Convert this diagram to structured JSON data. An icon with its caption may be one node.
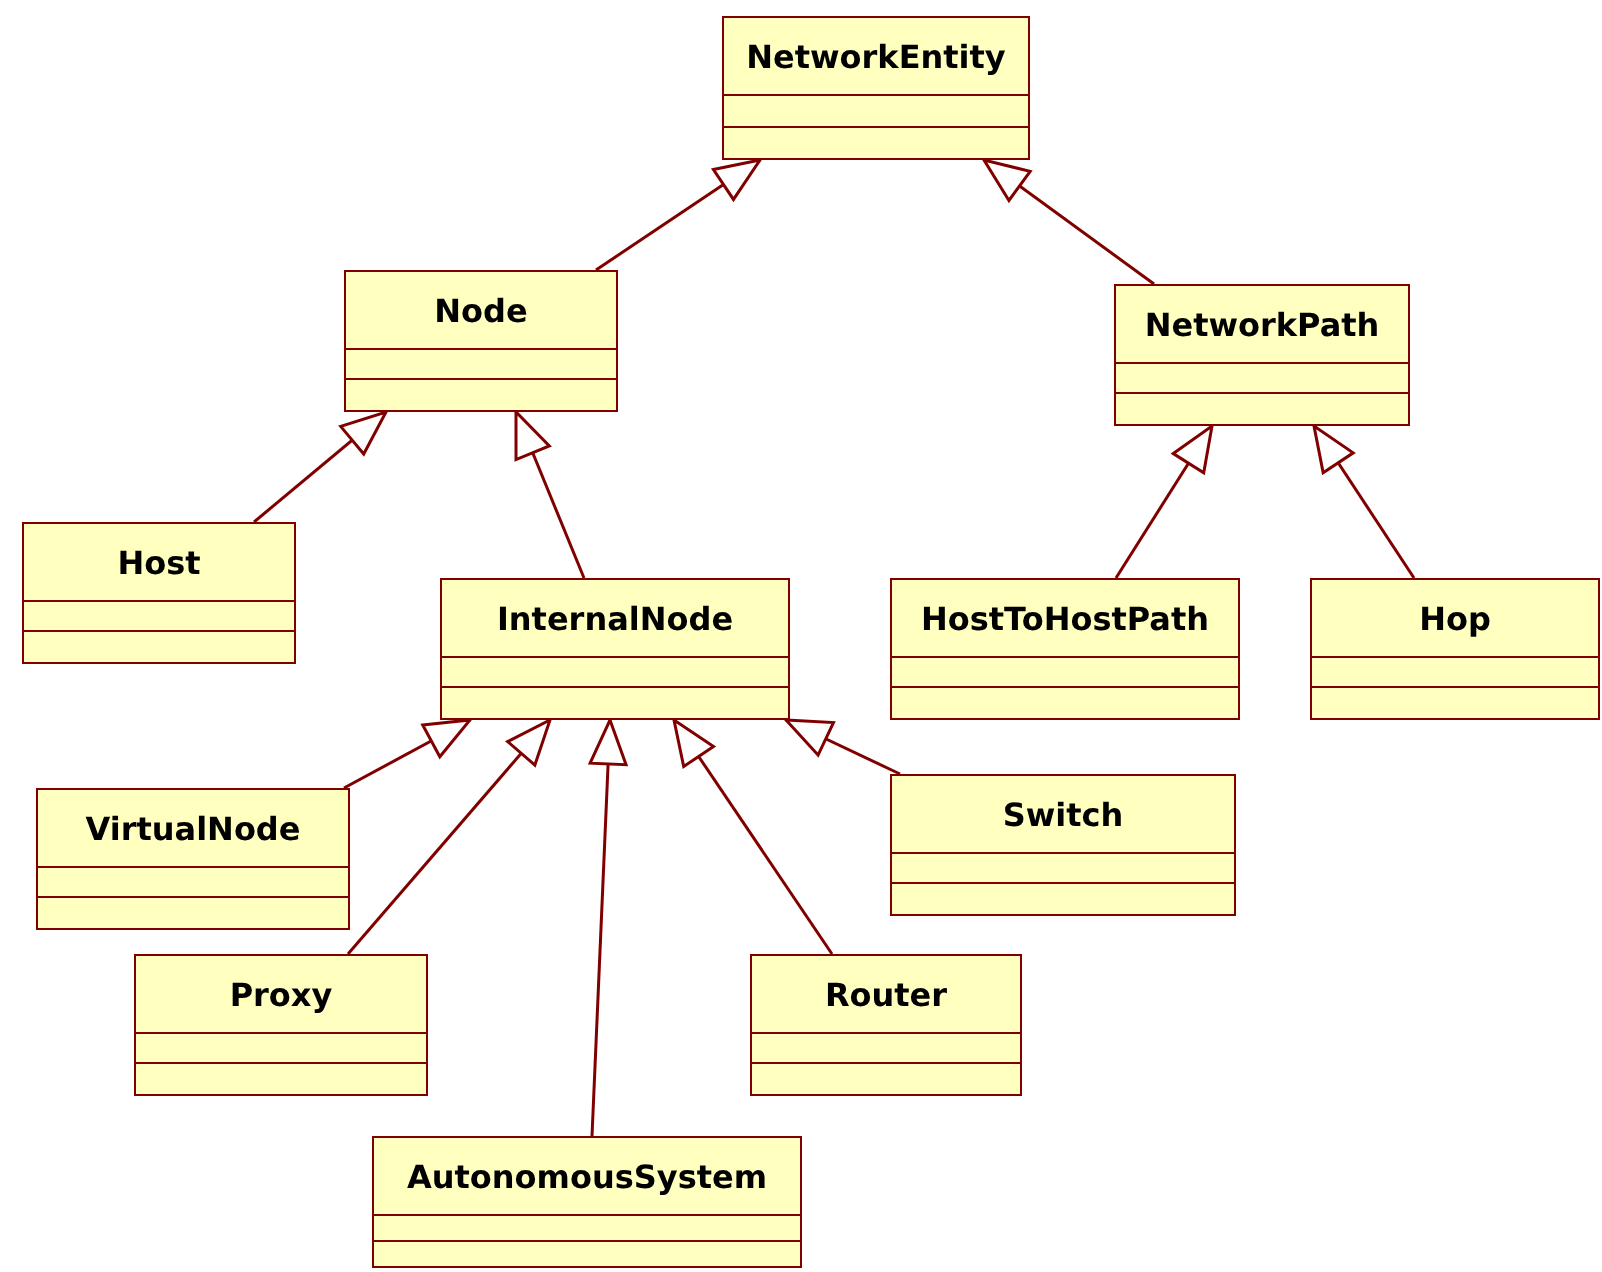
{
  "diagram": {
    "nodes": [
      {
        "text": [
          "NetworkEntity"
        ]
      },
      {
        "text": [
          "Node"
        ]
      },
      {
        "text": [
          "NetworkPath"
        ]
      },
      {
        "text": [
          "Host"
        ]
      },
      {
        "text": [
          "InternalNode"
        ]
      },
      {
        "text": [
          "HostToHostPath"
        ]
      },
      {
        "text": [
          "Hop"
        ]
      },
      {
        "text": [
          "VirtualNode"
        ]
      },
      {
        "text": [
          "Switch"
        ]
      },
      {
        "text": [
          "Proxy"
        ]
      },
      {
        "text": [
          "Router"
        ]
      },
      {
        "text": [
          "AutonomousSystem"
        ]
      }
    ],
    "edges": [
      {
        "from": 1,
        "to": 0,
        "arrow": "to"
      },
      {
        "from": 2,
        "to": 0,
        "arrow": "to"
      },
      {
        "from": 3,
        "to": 1,
        "arrow": "to"
      },
      {
        "from": 4,
        "to": 1,
        "arrow": "to"
      },
      {
        "from": 5,
        "to": 2,
        "arrow": "to"
      },
      {
        "from": 6,
        "to": 2,
        "arrow": "to"
      },
      {
        "from": 7,
        "to": 4,
        "arrow": "to"
      },
      {
        "from": 9,
        "to": 4,
        "arrow": "to"
      },
      {
        "from": 11,
        "to": 4,
        "arrow": "to"
      },
      {
        "from": 10,
        "to": 4,
        "arrow": "to"
      },
      {
        "from": 8,
        "to": 4,
        "arrow": "to"
      }
    ]
  }
}
